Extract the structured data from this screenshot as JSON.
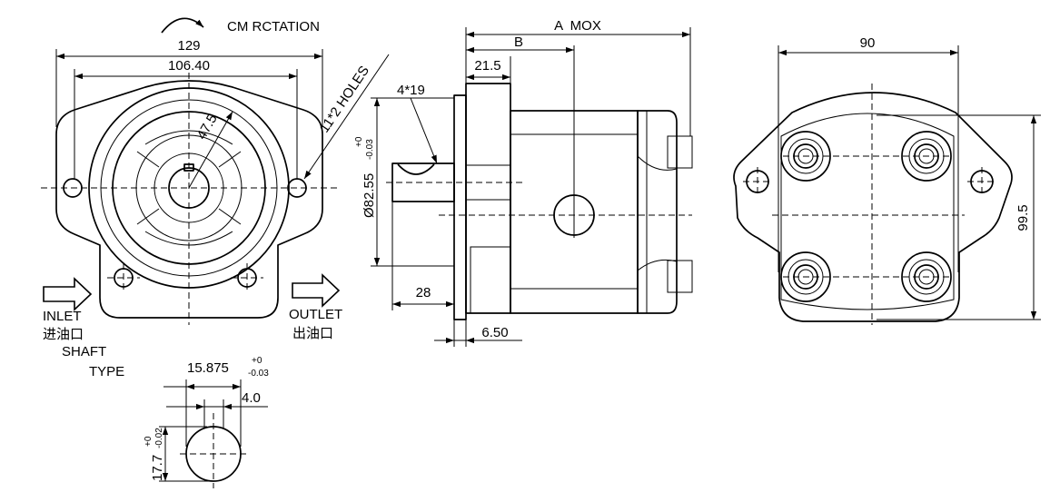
{
  "front_view": {
    "rotation_label": "CM RCTATION",
    "dim_overall_width": "129",
    "dim_hole_spacing": "106.40",
    "dim_radius": "47.5",
    "holes_label": "11*2 HOLES",
    "inlet_label": "INLET",
    "inlet_label_cn": "进油口",
    "outlet_label": "OUTLET",
    "outlet_label_cn": "出油口",
    "shaft_type_label_1": "SHAFT",
    "shaft_type_label_2": "TYPE"
  },
  "side_view": {
    "dim_overall_length": "A  MOX",
    "dim_b": "B",
    "dim_cover": "21.5",
    "dim_pilot_diameter": "Ø82.55",
    "pilot_tol_upper": "+0",
    "pilot_tol_lower": "-0.03",
    "dim_key_label": "4*19",
    "dim_shaft_length": "28",
    "dim_flange_thickness": "6.50"
  },
  "rear_view": {
    "dim_width": "90",
    "dim_height": "99.5"
  },
  "shaft_detail": {
    "dim_shaft_diameter": "15.875",
    "shaft_tol_upper": "+0",
    "shaft_tol_lower": "-0.03",
    "dim_key_width": "4.0",
    "dim_key_height": "17.7",
    "key_tol_upper": "+0",
    "key_tol_lower": "-0.02"
  }
}
